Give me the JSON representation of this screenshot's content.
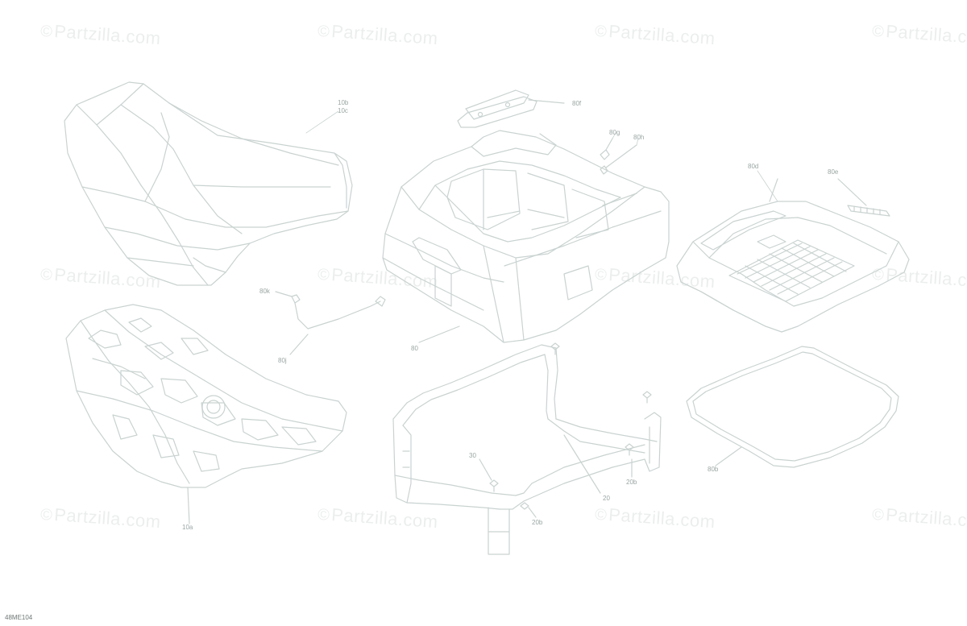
{
  "watermark": {
    "symbol": "©",
    "text": "Partzilla.com"
  },
  "diagram_code": "48ME104",
  "callouts": {
    "c10b": "10b",
    "c10c": "10c",
    "c10a": "10a",
    "c80f": "80f",
    "c80g": "80g",
    "c80h": "80h",
    "c80d": "80d",
    "c80e": "80e",
    "c80k": "80k",
    "c80j": "80j",
    "c80": "80",
    "c80b": "80b",
    "c30": "30",
    "c20": "20",
    "c20b_a": "20b",
    "c20b_b": "20b"
  },
  "colors": {
    "line_art": "#c9d3d1",
    "watermark": "#eceeee",
    "callout": "#9aa7a4"
  }
}
